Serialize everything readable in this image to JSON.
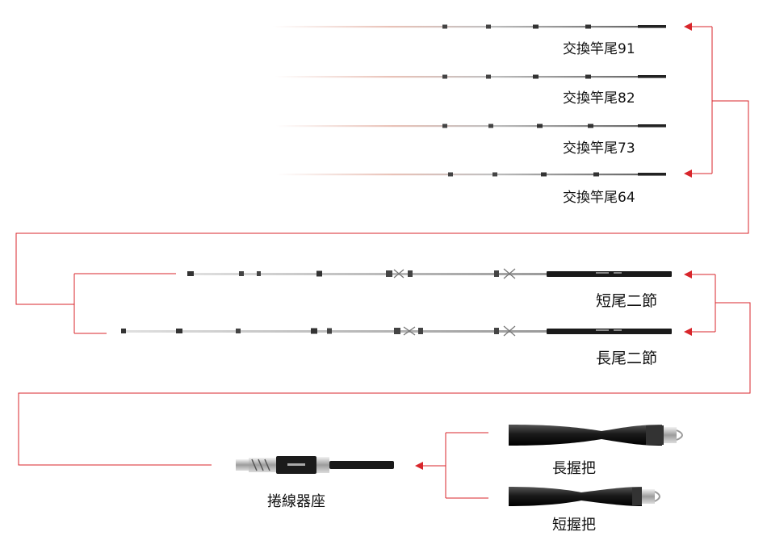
{
  "colors": {
    "connector": "#d8262b",
    "blank": "#9a9a9a",
    "butt": "#1a1a1a",
    "grip": "#222222",
    "metal": "#b8b8b8"
  },
  "tips": [
    {
      "label": "交換竿尾91"
    },
    {
      "label": "交換竿尾82"
    },
    {
      "label": "交換竿尾73"
    },
    {
      "label": "交換竿尾64"
    }
  ],
  "mid_sections": [
    {
      "label": "短尾二節"
    },
    {
      "label": "長尾二節"
    }
  ],
  "grips": [
    {
      "label": "長握把"
    },
    {
      "label": "短握把"
    }
  ],
  "reel_seat": {
    "label": "捲線器座"
  }
}
